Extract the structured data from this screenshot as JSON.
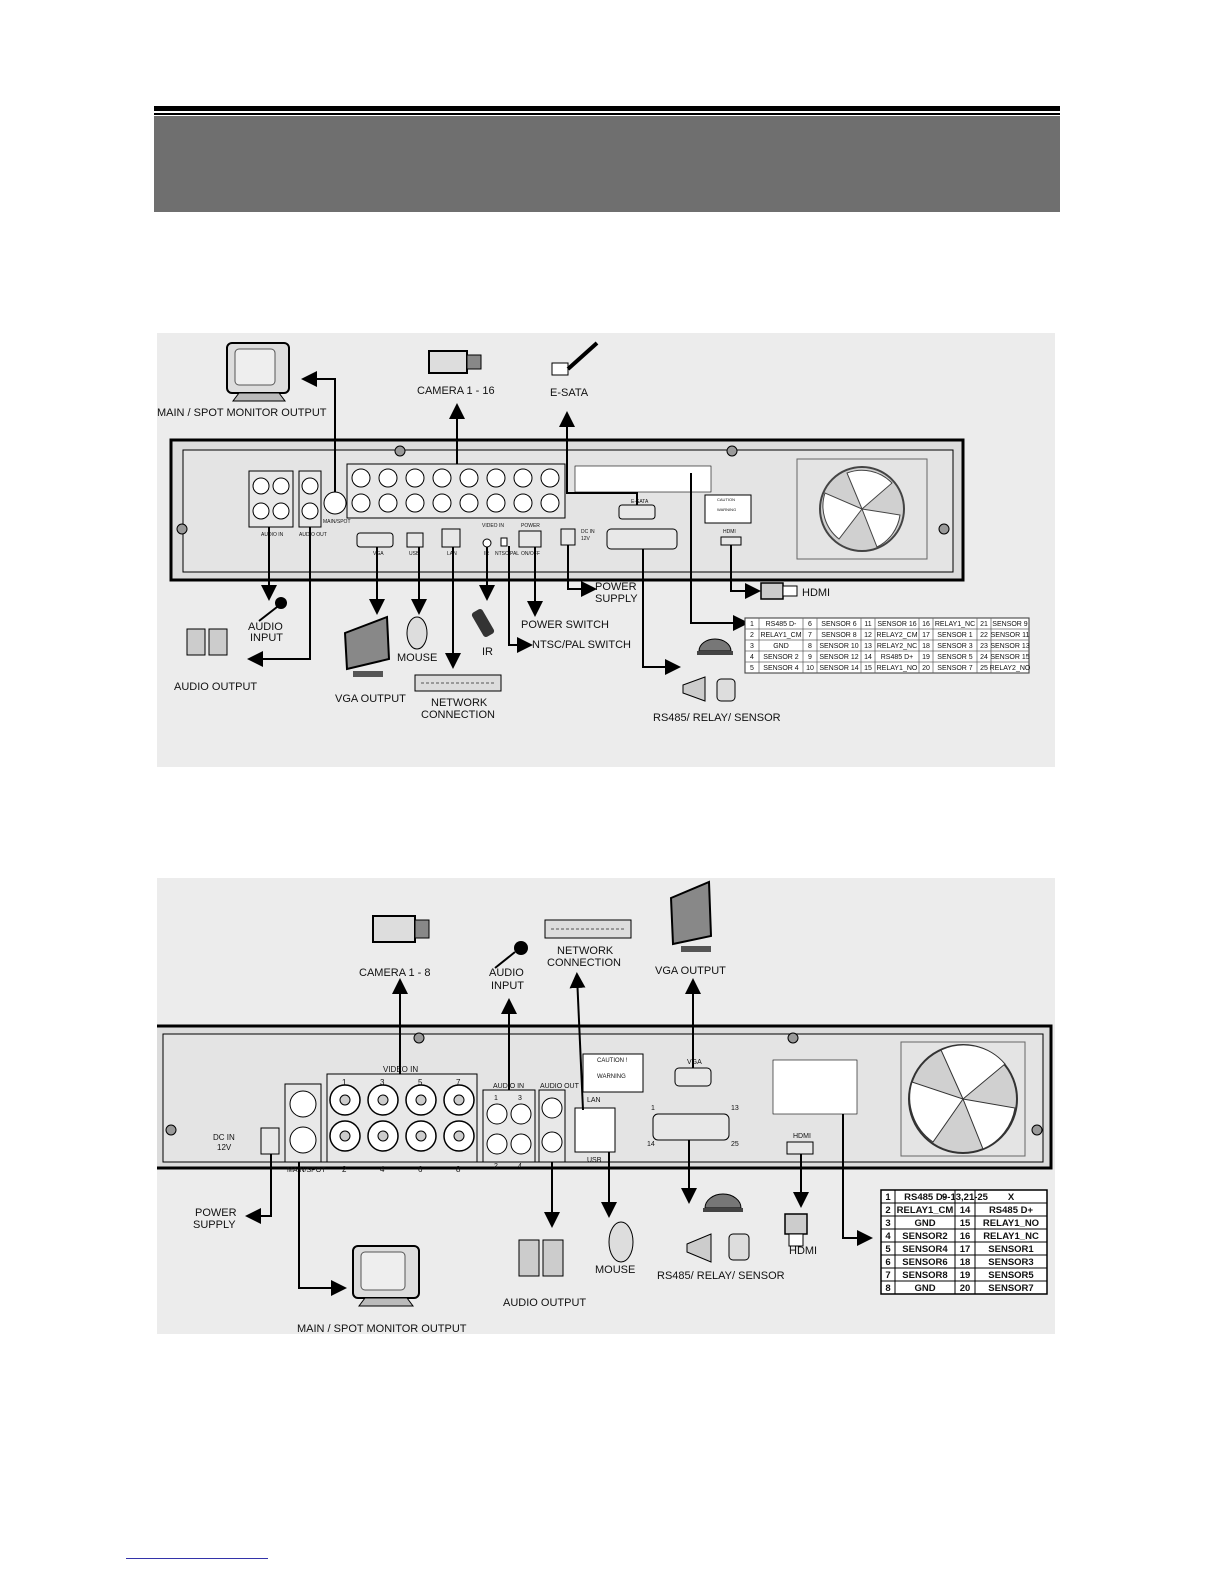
{
  "fig1": {
    "callouts": {
      "monitor": "MAIN / SPOT MONITOR OUTPUT",
      "camera": "CAMERA 1 - 16",
      "esata": "E-SATA",
      "hdmi": "HDMI",
      "power_supply_1": "POWER",
      "power_supply_2": "SUPPLY",
      "power_switch": "POWER SWITCH",
      "ntsc": "NTSC/PAL SWITCH",
      "ir": "IR",
      "audio_input_1": "AUDIO",
      "audio_input_2": "INPUT",
      "audio_output": "AUDIO OUTPUT",
      "vga_output": "VGA OUTPUT",
      "mouse": "MOUSE",
      "network_1": "NETWORK",
      "network_2": "CONNECTION",
      "rs485": "RS485/ RELAY/ SENSOR"
    },
    "panel_labels": {
      "audio_in": "AUDIO IN",
      "audio_out": "AUDIO OUT",
      "main_spot": "MAIN/SPOT",
      "vga": "VGA",
      "usb": "USB",
      "lan": "LAN",
      "video_in": "VIDEO IN",
      "ir": "IR",
      "ntsc_pal": "NTSC/PAL",
      "power": "POWER",
      "onoff": "ON/OFF",
      "dc_in": "DC IN",
      "dc_v": "12V",
      "esata": "E-SATA",
      "hdmi": "HDMI",
      "caution": "CAUTION",
      "warning": "WARNING"
    },
    "pin_table": [
      [
        "1",
        "RS485 D-",
        "6",
        "SENSOR 6",
        "11",
        "SENSOR 16",
        "16",
        "RELAY1_NC",
        "21",
        "SENSOR 9"
      ],
      [
        "2",
        "RELAY1_CM",
        "7",
        "SENSOR 8",
        "12",
        "RELAY2_CM",
        "17",
        "SENSOR 1",
        "22",
        "SENSOR 11"
      ],
      [
        "3",
        "GND",
        "8",
        "SENSOR 10",
        "13",
        "RELAY2_NC",
        "18",
        "SENSOR 3",
        "23",
        "SENSOR 13"
      ],
      [
        "4",
        "SENSOR 2",
        "9",
        "SENSOR 12",
        "14",
        "RS485 D+",
        "19",
        "SENSOR 5",
        "24",
        "SENSOR 15"
      ],
      [
        "5",
        "SENSOR 4",
        "10",
        "SENSOR 14",
        "15",
        "RELAY1_NO",
        "20",
        "SENSOR 7",
        "25",
        "RELAY2_NO"
      ]
    ]
  },
  "fig2": {
    "callouts": {
      "camera": "CAMERA 1 - 8",
      "audio_input_1": "AUDIO",
      "audio_input_2": "INPUT",
      "network_1": "NETWORK",
      "network_2": "CONNECTION",
      "vga_output": "VGA OUTPUT",
      "power_supply_1": "POWER",
      "power_supply_2": "SUPPLY",
      "monitor": "MAIN / SPOT MONITOR OUTPUT",
      "audio_output": "AUDIO OUTPUT",
      "mouse": "MOUSE",
      "rs485": "RS485/ RELAY/ SENSOR",
      "hdmi": "HDMI"
    },
    "panel_labels": {
      "video_in": "VIDEO IN",
      "audio_in": "AUDIO IN",
      "audio_out": "AUDIO OUT",
      "lan": "LAN",
      "usb": "USB",
      "vga": "VGA",
      "hdmi": "HDMI",
      "dc_in": "DC IN",
      "dc_v": "12V",
      "main_spot": "MAIN/SPOT",
      "caution": "CAUTION !",
      "warning": "WARNING",
      "pin_1": "1",
      "pin_13": "13",
      "pin_14": "14",
      "pin_25": "25"
    },
    "video_numbers": [
      "1",
      "3",
      "5",
      "7",
      "2",
      "4",
      "6",
      "8"
    ],
    "audio_numbers": [
      "1",
      "3",
      "2",
      "4"
    ],
    "pin_table": [
      [
        "1",
        "RS485 D-",
        "9-13,21-25",
        "X"
      ],
      [
        "2",
        "RELAY1_CM",
        "14",
        "RS485 D+"
      ],
      [
        "3",
        "GND",
        "15",
        "RELAY1_NO"
      ],
      [
        "4",
        "SENSOR2",
        "16",
        "RELAY1_NC"
      ],
      [
        "5",
        "SENSOR4",
        "17",
        "SENSOR1"
      ],
      [
        "6",
        "SENSOR6",
        "18",
        "SENSOR3"
      ],
      [
        "7",
        "SENSOR8",
        "19",
        "SENSOR5"
      ],
      [
        "8",
        "GND",
        "20",
        "SENSOR7"
      ]
    ]
  }
}
